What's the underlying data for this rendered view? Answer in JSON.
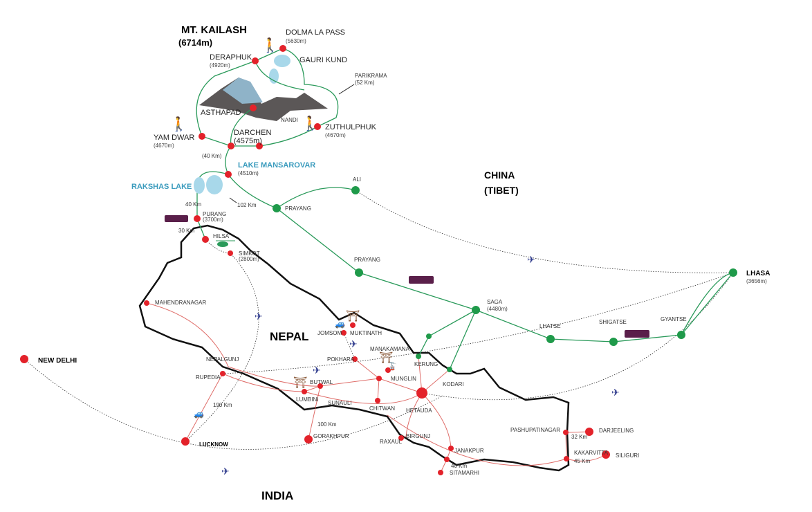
{
  "title": "MT. KAILASH",
  "title_elev": "(6714m)",
  "regions": {
    "china": "CHINA",
    "tibet": "(TIBET)",
    "nepal": "NEPAL",
    "india": "INDIA"
  },
  "lakes": {
    "mansarovar": "LAKE MANSAROVAR",
    "mansarovar_elev": "(4510m)",
    "rakshas": "RAKSHAS LAKE"
  },
  "parikrama": {
    "label": "PARIKRAMA",
    "dist": "(52 Km)"
  },
  "places": {
    "dolma": {
      "name": "DOLMA LA PASS",
      "elev": "(5630m)"
    },
    "deraphuk": {
      "name": "DERAPHUK",
      "elev": "(4920m)"
    },
    "gauri": {
      "name": "GAURI KUND"
    },
    "asthapad": {
      "name": "ASTHAPAD"
    },
    "nandi": {
      "name": "NANDI"
    },
    "zuthulphuk": {
      "name": "ZUTHULPHUK",
      "elev": "(4670m)"
    },
    "yamdwar": {
      "name": "YAM DWAR",
      "elev": "(4670m)"
    },
    "darchen": {
      "name": "DARCHEN",
      "elev": "(4575m)"
    },
    "purang": {
      "name": "PURANG",
      "elev": "(3700m)"
    },
    "hilsa": {
      "name": "HILSA"
    },
    "simkot": {
      "name": "SIMKOT",
      "elev": "(2800m)"
    },
    "prayang1": {
      "name": "PRAYANG"
    },
    "ali": {
      "name": "ALI"
    },
    "prayang2": {
      "name": "PRAYANG"
    },
    "saga": {
      "name": "SAGA",
      "elev": "(4480m)"
    },
    "lhatse": {
      "name": "LHATSE"
    },
    "shigatse": {
      "name": "SHIGATSE"
    },
    "gyantse": {
      "name": "GYANTSE"
    },
    "lhasa": {
      "name": "LHASA",
      "elev": "(3656m)"
    },
    "kerung": {
      "name": "KERUNG"
    },
    "kodari": {
      "name": "KODARI"
    },
    "mahendranagar": {
      "name": "MAHENDRANAGAR"
    },
    "nepalgunj": {
      "name": "NEPALGUNJ"
    },
    "rupedia": {
      "name": "RUPEDIA"
    },
    "lucknow": {
      "name": "LUCKNOW"
    },
    "newdelhi": {
      "name": "NEW DELHI"
    },
    "jomsom": {
      "name": "JOMSOM"
    },
    "muktinath": {
      "name": "MUKTINATH"
    },
    "pokhara": {
      "name": "POKHARA"
    },
    "manakamana": {
      "name": "MANAKAMANA"
    },
    "munglin": {
      "name": "MUNGLIN"
    },
    "butwal": {
      "name": "BUTWAL"
    },
    "lumbini": {
      "name": "LUMBINI"
    },
    "sunauli": {
      "name": "SUNAULI"
    },
    "chitwan": {
      "name": "CHITWAN"
    },
    "hetauda": {
      "name": "HETAUDA"
    },
    "gorakhpur": {
      "name": "GORAKHPUR"
    },
    "raxaul": {
      "name": "RAXAUL"
    },
    "birgunj": {
      "name": "BIRGUNJ"
    },
    "janakpur": {
      "name": "JANAKPUR"
    },
    "sitamarhi": {
      "name": "SITAMARHI"
    },
    "pashupatinagar": {
      "name": "PASHUPATINAGAR"
    },
    "darjeeling": {
      "name": "DARJEELING"
    },
    "kakarvitta": {
      "name": "KAKARVITTA"
    },
    "siliguri": {
      "name": "SILIGURI"
    }
  },
  "distances": {
    "d40a": "(40 Km)",
    "d40b": "40 Km",
    "d102": "102 Km",
    "d30": "30 Km",
    "d190": "190 Km",
    "d100": "100 Km",
    "d40c": "40 Km",
    "d32": "32 Km",
    "d45": "45 Km"
  },
  "colors": {
    "tibet_route": "#2a9a5a",
    "nepal_route": "#d9534f",
    "stop": "#e3222a",
    "lake": "#3a9bbd"
  }
}
